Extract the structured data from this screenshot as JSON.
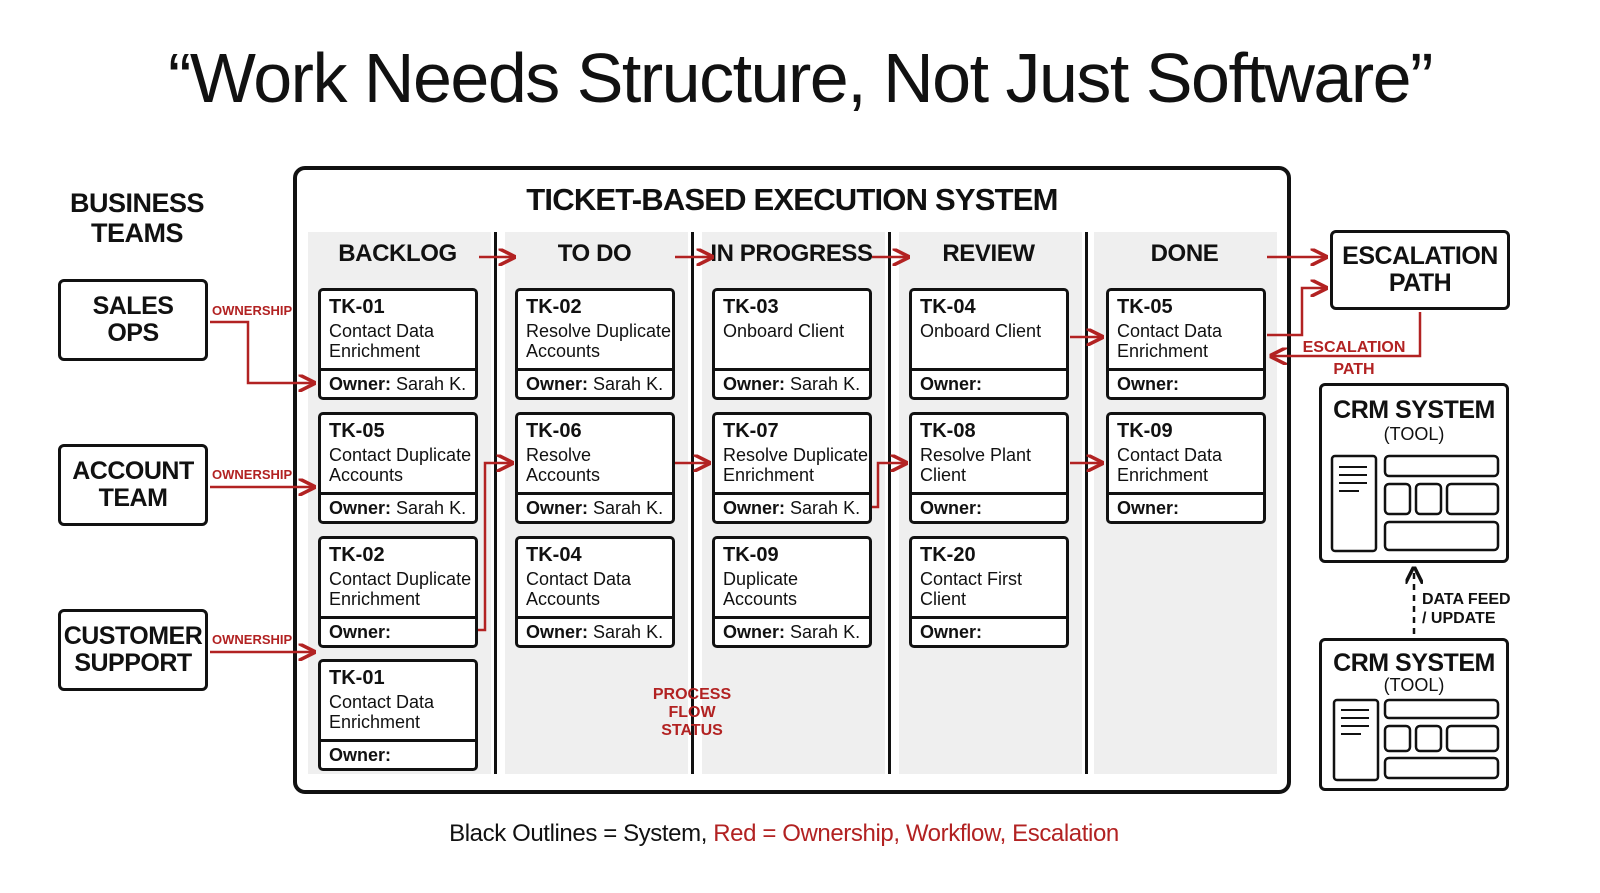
{
  "title": "“Work Needs Structure, Not Just Software”",
  "business_teams": {
    "heading": "BUSINESS\nTEAMS",
    "teams": [
      {
        "label": "SALES\nOPS",
        "arrow_label": "OWNERSHIP"
      },
      {
        "label": "ACCOUNT\nTEAM",
        "arrow_label": "OWNERSHIP"
      },
      {
        "label": "CUSTOMER\nSUPPORT",
        "arrow_label": "OWNERSHIP"
      }
    ]
  },
  "system": {
    "title": "TICKET-BASED EXECUTION SYSTEM",
    "owner_label": "Owner:",
    "columns": [
      {
        "name": "BACKLOG",
        "tickets": [
          {
            "id": "TK-01",
            "name": "Contact Data\nEnrichment",
            "owner": "Sarah K."
          },
          {
            "id": "TK-05",
            "name": "Contact Duplicate\nAccounts",
            "owner": "Sarah K."
          },
          {
            "id": "TK-02",
            "name": "Contact Duplicate\nEnrichment",
            "owner": ""
          },
          {
            "id": "TK-01",
            "name": "Contact Data\nEnrichment",
            "owner": ""
          }
        ]
      },
      {
        "name": "TO DO",
        "tickets": [
          {
            "id": "TK-02",
            "name": "Resolve Duplicate\nAccounts",
            "owner": "Sarah K."
          },
          {
            "id": "TK-06",
            "name": "Resolve\nAccounts",
            "owner": "Sarah K."
          },
          {
            "id": "TK-04",
            "name": "Contact Data\nAccounts",
            "owner": "Sarah K."
          }
        ]
      },
      {
        "name": "IN PROGRESS",
        "tickets": [
          {
            "id": "TK-03",
            "name": "Onboard Client",
            "owner": "Sarah K."
          },
          {
            "id": "TK-07",
            "name": "Resolve Duplicate\nEnrichment",
            "owner": "Sarah K."
          },
          {
            "id": "TK-09",
            "name": "Duplicate\nAccounts",
            "owner": "Sarah K."
          }
        ]
      },
      {
        "name": "REVIEW",
        "tickets": [
          {
            "id": "TK-04",
            "name": "Onboard Client",
            "owner": ""
          },
          {
            "id": "TK-08",
            "name": "Resolve Plant\nClient",
            "owner": ""
          },
          {
            "id": "TK-20",
            "name": "Contact First\nClient",
            "owner": ""
          }
        ]
      },
      {
        "name": "DONE",
        "tickets": [
          {
            "id": "TK-05",
            "name": "Contact Data\nEnrichment",
            "owner": ""
          },
          {
            "id": "TK-09",
            "name": "Contact Data\nEnrichment",
            "owner": ""
          }
        ]
      }
    ],
    "flow_label": "PROCESS\nFLOW\nSTATUS"
  },
  "escalation": {
    "box_label": "ESCALATION\nPATH",
    "arrow_label": "ESCALATION\nPATH"
  },
  "crm_systems": [
    {
      "title": "CRM SYSTEM",
      "subtitle": "(TOOL)"
    },
    {
      "title": "CRM SYSTEM",
      "subtitle": "(TOOL)"
    }
  ],
  "data_feed_label": "DATA FEED\n/ UPDATE",
  "legend": {
    "black_part": "Black Outlines = System, ",
    "red_part": "Red = Ownership, Workflow, Escalation"
  },
  "colors": {
    "accent_red": "#b22222",
    "outline": "#111111",
    "column_bg": "#efefef"
  }
}
